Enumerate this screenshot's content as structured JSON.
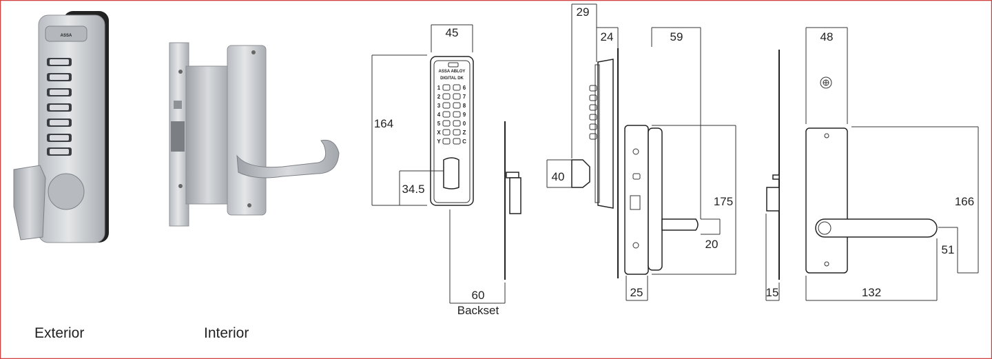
{
  "captions": {
    "exterior": "Exterior",
    "interior": "Interior"
  },
  "keypad": {
    "brand_top": "ASSA ABLOY",
    "brand_model": "DIGITAL DK",
    "left_keys": [
      "1",
      "2",
      "3",
      "4",
      "5",
      "X",
      "Y"
    ],
    "right_keys": [
      "6",
      "7",
      "8",
      "9",
      "0",
      "Z",
      "C"
    ]
  },
  "dimensions": {
    "front_width": "45",
    "front_height": "164",
    "knob_height": "34.5",
    "backset": "60",
    "backset_label": "Backset",
    "top_offset": "29",
    "side_depth": "24",
    "knob_projection": "40",
    "lever_offset": "59",
    "lever_height": "175",
    "lever_dia": "20",
    "case_width": "25",
    "plate_width": "48",
    "plate_height": "166",
    "lever_drop": "51",
    "lever_length": "132",
    "strike_depth": "15"
  },
  "colors": {
    "border": "#d04040",
    "line": "#222222",
    "metal": "#c9ccd0"
  }
}
